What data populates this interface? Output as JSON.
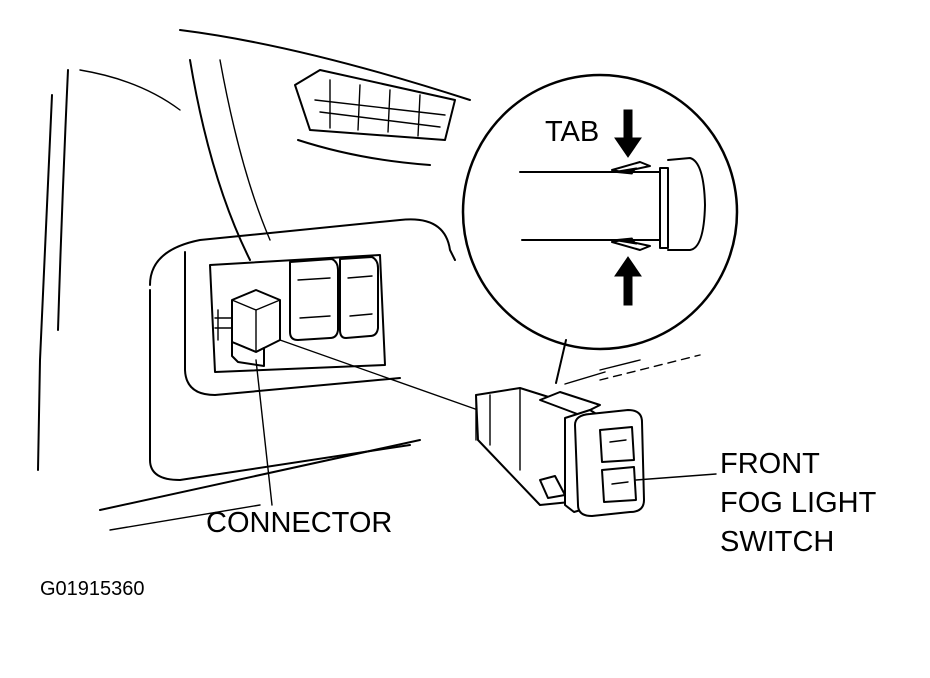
{
  "labels": {
    "tab": "TAB",
    "connector": "CONNECTOR",
    "switch_line1": "FRONT",
    "switch_line2": "FOG LIGHT",
    "switch_line3": "SWITCH",
    "figure_code": "G01915360"
  }
}
